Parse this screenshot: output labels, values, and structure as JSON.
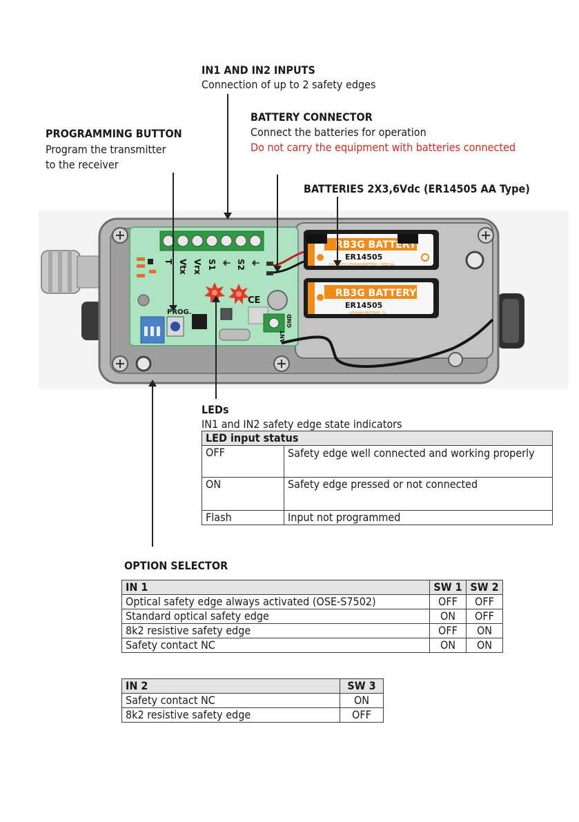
{
  "callouts": {
    "inputs": {
      "title": "IN1 AND IN2 INPUTS",
      "desc": "Connection of up to 2 safety edges"
    },
    "battery_connector": {
      "title": "BATTERY CONNECTOR",
      "desc": "Connect the batteries for operation",
      "warning": "Do not carry the equipment with batteries connected"
    },
    "programming_button": {
      "title": "PROGRAMMING BUTTON",
      "desc_line1": "Program the transmitter",
      "desc_line2": "to the receiver"
    },
    "batteries": {
      "title": "BATTERIES 2X3,6Vdc (ER14505 AA Type)"
    },
    "leds": {
      "title": "LEDs",
      "desc": "IN1 and IN2 safety edge state indicators"
    },
    "option_selector": {
      "title": "OPTION SELECTOR"
    }
  },
  "board": {
    "terminal_labels": [
      "T",
      "Vtx",
      "Vrx",
      "S1",
      "⏚",
      "S2",
      "⏚"
    ],
    "prog_label": "PROG.",
    "ce_mark": "CE",
    "battery1": {
      "brand": "RB3G BATTERY",
      "model": "ER14505",
      "sub": "3.6 VOLTS LITHIUM BATTERY - SIZE AA"
    },
    "battery2": {
      "brand": "RB3G BATTERY",
      "model": "ER14505",
      "sub": "LITHIUM BATTERY - S"
    },
    "ant_label": "ANT",
    "gnd_label": "GND"
  },
  "led_table": {
    "header": "LED input status",
    "rows": [
      {
        "state": "OFF",
        "meaning": "Safety edge well connected and working properly"
      },
      {
        "state": "ON",
        "meaning": "Safety edge pressed or not connected"
      },
      {
        "state": "Flash",
        "meaning": "Input not programmed"
      }
    ]
  },
  "in1_table": {
    "headers": [
      "IN 1",
      "SW 1",
      "SW 2"
    ],
    "rows": [
      [
        "Optical safety edge always activated (OSE-S7502)",
        "OFF",
        "OFF"
      ],
      [
        "Standard optical safety edge",
        "ON",
        "OFF"
      ],
      [
        "8k2 resistive safety edge",
        "OFF",
        "ON"
      ],
      [
        "Safety contact NC",
        "ON",
        "ON"
      ]
    ]
  },
  "in2_table": {
    "headers": [
      "IN 2",
      "SW 3"
    ],
    "rows": [
      [
        "Safety contact NC",
        "ON"
      ],
      [
        "8k2 resistive safety edge",
        "OFF"
      ]
    ]
  },
  "colors": {
    "warning": "#d42a20",
    "board": "#aee3c2",
    "enclosure": "#b5b5b5",
    "battery": "#1c1c1c",
    "battery_label": "#f08a18"
  }
}
